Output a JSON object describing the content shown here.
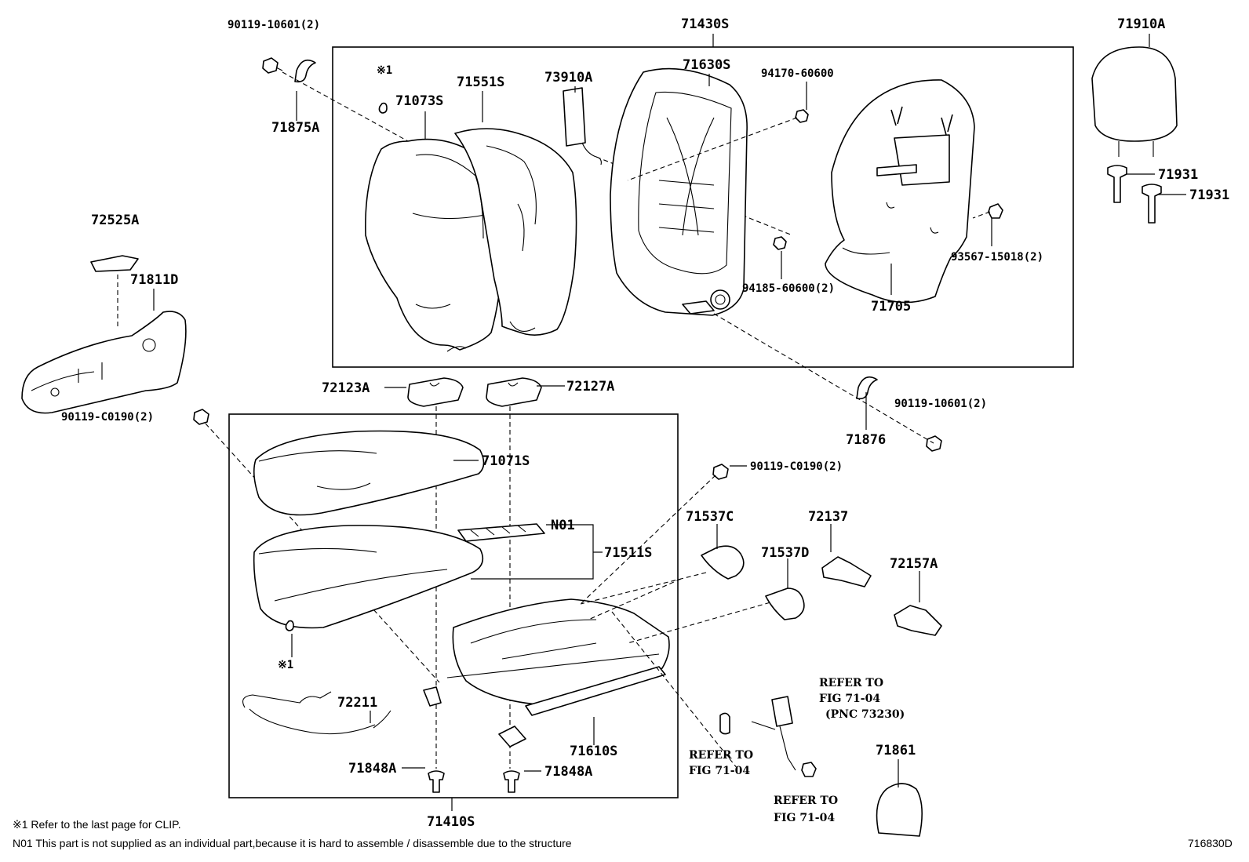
{
  "diagram_id": "716830D",
  "labels": {
    "l_71430S": "71430S",
    "l_71910A": "71910A",
    "l_90119_10601_top": "90119-10601(2)",
    "l_71875A": "71875A",
    "l_clip_mark_top": "※1",
    "l_71073S": "71073S",
    "l_71551S": "71551S",
    "l_73910A": "73910A",
    "l_71630S": "71630S",
    "l_94170_60600": "94170-60600",
    "l_71931_a": "71931",
    "l_71931_b": "71931",
    "l_93567_15018": "93567-15018(2)",
    "l_94185_60600": "94185-60600(2)",
    "l_71705": "71705",
    "l_72525A": "72525A",
    "l_71811D": "71811D",
    "l_90119_C0190_left": "90119-C0190(2)",
    "l_72123A": "72123A",
    "l_72127A": "72127A",
    "l_90119_10601_right": "90119-10601(2)",
    "l_71876": "71876",
    "l_71071S": "71071S",
    "l_90119_C0190_right": "90119-C0190(2)",
    "l_N01": "N01",
    "l_71511S": "71511S",
    "l_71537C": "71537C",
    "l_72137": "72137",
    "l_71537D": "71537D",
    "l_72157A": "72157A",
    "l_clip_mark_bottom": "※1",
    "l_72211": "72211",
    "l_71610S": "71610S",
    "l_71848A_left": "71848A",
    "l_71848A_right": "71848A",
    "l_71410S": "71410S",
    "l_71861": "71861",
    "refer_belt_1": "REFER TO",
    "refer_belt_2": "FIG 71-04",
    "refer_belt_3": "(PNC 73230)",
    "refer_a_1": "REFER TO",
    "refer_a_2": "FIG 71-04",
    "refer_b_1": "REFER TO",
    "refer_b_2": "FIG 71-04"
  },
  "footnotes": {
    "note1": "※1 Refer to the last page for CLIP.",
    "note2": "N01 This part is not supplied as an individual part,because it is hard to assemble / disassemble due to the structure"
  }
}
